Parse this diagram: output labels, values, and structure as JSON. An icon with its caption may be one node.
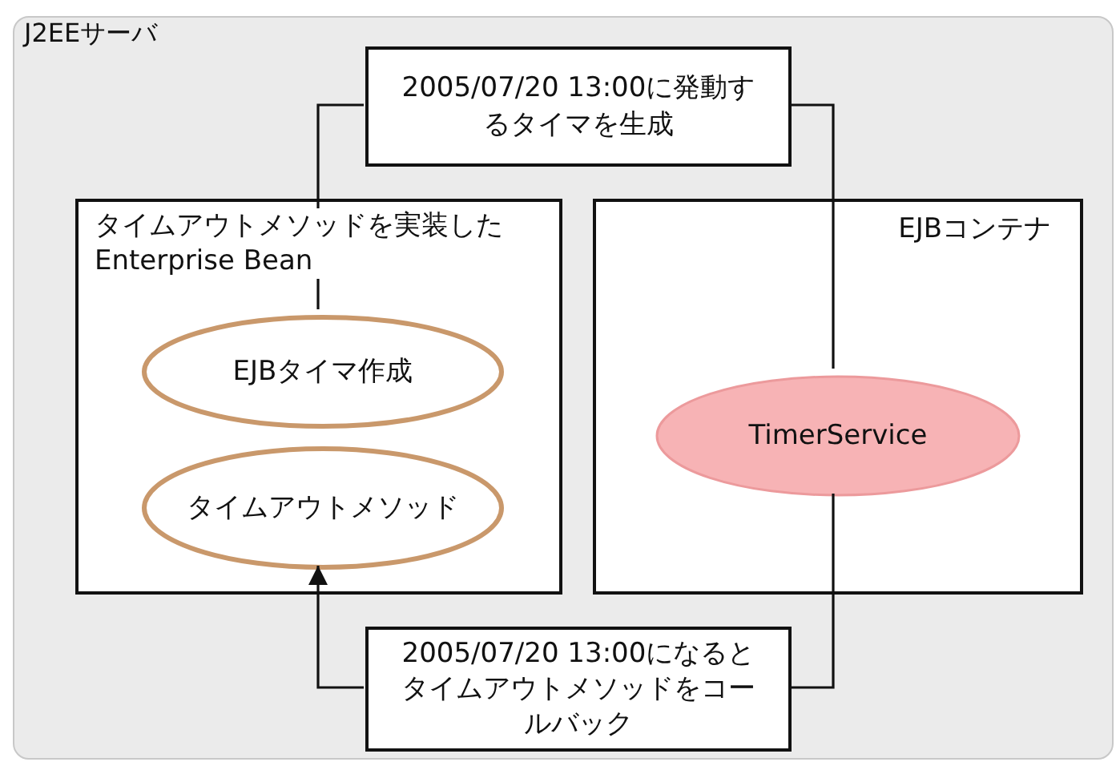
{
  "diagram": {
    "nodes": [
      {
        "text": [
          "J2EEサーバ"
        ]
      },
      {
        "text": [
          "2005/07/20 13:00に発動するタイマを生成"
        ],
        "in": 0
      },
      {
        "text": [
          "タイムアウトメソッドを実装したEnterprise Bean"
        ],
        "in": 0
      },
      {
        "text": [
          "EJBタイマ作成"
        ],
        "in": 2
      },
      {
        "text": [
          "タイムアウトメソッド"
        ],
        "in": 2
      },
      {
        "text": [
          "EJBコンテナ"
        ],
        "in": 0
      },
      {
        "text": [
          "TimerService"
        ],
        "in": 5
      },
      {
        "text": [
          "2005/07/20 13:00になるとタイムアウトメソッドをコールバック"
        ],
        "in": 0
      }
    ],
    "edges": [
      {
        "from": 3,
        "to": 1,
        "arrow": "none"
      },
      {
        "from": 1,
        "to": 6,
        "arrow": "none"
      },
      {
        "from": 6,
        "to": 7,
        "arrow": "none"
      },
      {
        "from": 7,
        "to": 4,
        "arrow": "to"
      }
    ]
  }
}
